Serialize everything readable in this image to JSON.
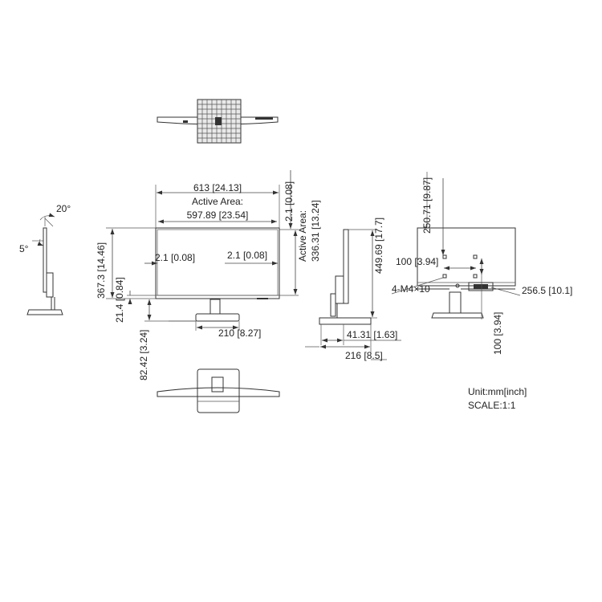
{
  "front": {
    "overall_width": "613 [24.13]",
    "active_label": "Active Area:",
    "active_width": "597.89 [23.54]",
    "bezel_top": "2.1 [0.08]",
    "bezel_left": "2.1 [0.08]",
    "bezel_right": "2.1 [0.08]",
    "active_height_label": "Active Area:",
    "active_height": "336.31 [13.24]",
    "overall_height": "367.3 [14.46]",
    "chin": "21.4 [0.84]",
    "stand_height": "82.42 [3.24]",
    "base_width": "210 [8.27]"
  },
  "tilt": {
    "back_angle": "20°",
    "front_angle": "5°"
  },
  "side": {
    "total_height": "449.69 [17.7]",
    "panel_depth": "41.31 [1.63]",
    "base_depth": "216 [8.5]"
  },
  "rear": {
    "vesa_top": "250.71 [9.87]",
    "vesa_width": "100 [3.94]",
    "vesa_height": "100 [3.94]",
    "screw_spec": "4-M4×10",
    "vesa_offset": "256.5 [10.1]"
  },
  "notes": {
    "unit": "Unit:mm[inch]",
    "scale": "SCALE:1:1"
  }
}
